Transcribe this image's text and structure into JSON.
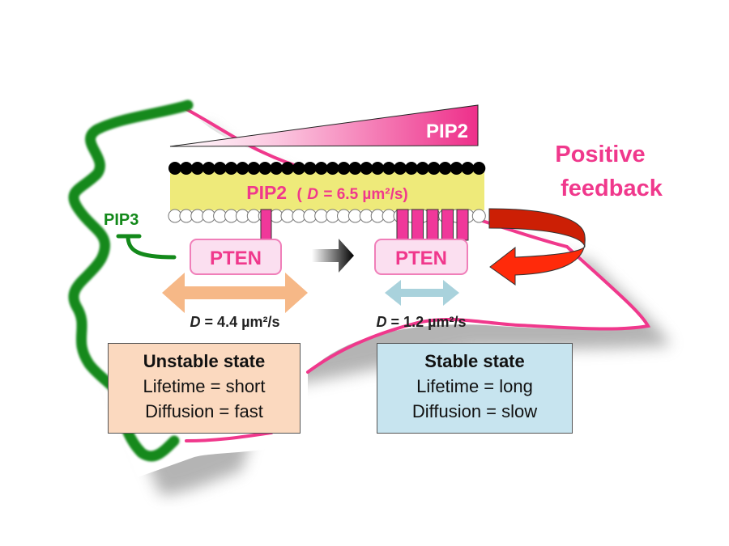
{
  "gradient_label": "PIP2",
  "membrane": {
    "label_main": "PIP2",
    "label_paren_open": "(",
    "label_D": "D",
    "label_value": " = 6.5 µm²/s)"
  },
  "pip3_label": "PIP3",
  "positive_feedback": [
    "Positive",
    "feedback"
  ],
  "pten_left": {
    "label": "PTEN",
    "diffusion_D": "D",
    "diffusion_value": " = 4.4 µm²/s"
  },
  "pten_right": {
    "label": "PTEN",
    "diffusion_D": "D",
    "diffusion_value": " = 1.2 µm²/s"
  },
  "unstable_state": {
    "title": "Unstable state",
    "lifetime": "Lifetime = short",
    "diffusion": "Diffusion = fast"
  },
  "stable_state": {
    "title": "Stable state",
    "lifetime": "Lifetime = long",
    "diffusion": "Diffusion = slow"
  },
  "colors": {
    "pink": "#f0388c",
    "green": "#13891a",
    "membrane_yellow": "#eeea7a",
    "feedback_red": "#e8200a",
    "unstable_fill": "#fbd9bf",
    "stable_fill": "#c7e4ef"
  }
}
